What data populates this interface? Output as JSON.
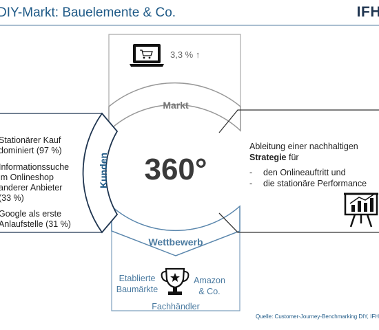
{
  "header": {
    "title": "DIY-Markt: Bauelemente & Co.",
    "logo": "IFH"
  },
  "center": {
    "label": "360°"
  },
  "market": {
    "label": "Markt",
    "stat": "3,3 % ↑",
    "icon": "laptop-cart-icon"
  },
  "customers": {
    "label": "Kunden",
    "items": [
      [
        "Stationärer Kauf",
        "dominiert (97 %)"
      ],
      [
        "Informationssuche",
        "im Onlineshop",
        "anderer Anbieter",
        "(33 %)"
      ],
      [
        "Google als erste",
        "Anlaufstelle (31 %)"
      ]
    ]
  },
  "strategy": {
    "intro": "Ableitung einer nachhaltigen",
    "bold": "Strategie",
    "tail": " für",
    "bullets": [
      {
        "dash": "-",
        "text": "den Onlineauftritt und"
      },
      {
        "dash": "-",
        "text": "die stationäre Performance"
      }
    ],
    "icon": "presentation-chart-icon"
  },
  "competition": {
    "label": "Wettbewerb",
    "left": [
      "Etablierte",
      "Baumärkte"
    ],
    "right": [
      "Amazon",
      "& Co."
    ],
    "bottom": "Fachhändler",
    "icon": "trophy-icon"
  },
  "source": "Quelle: Customer-Journey-Benchmarking DIY, IFH",
  "colors": {
    "accent": "#1f5a87",
    "grey": "#999999",
    "steel": "#4a7aa0"
  }
}
